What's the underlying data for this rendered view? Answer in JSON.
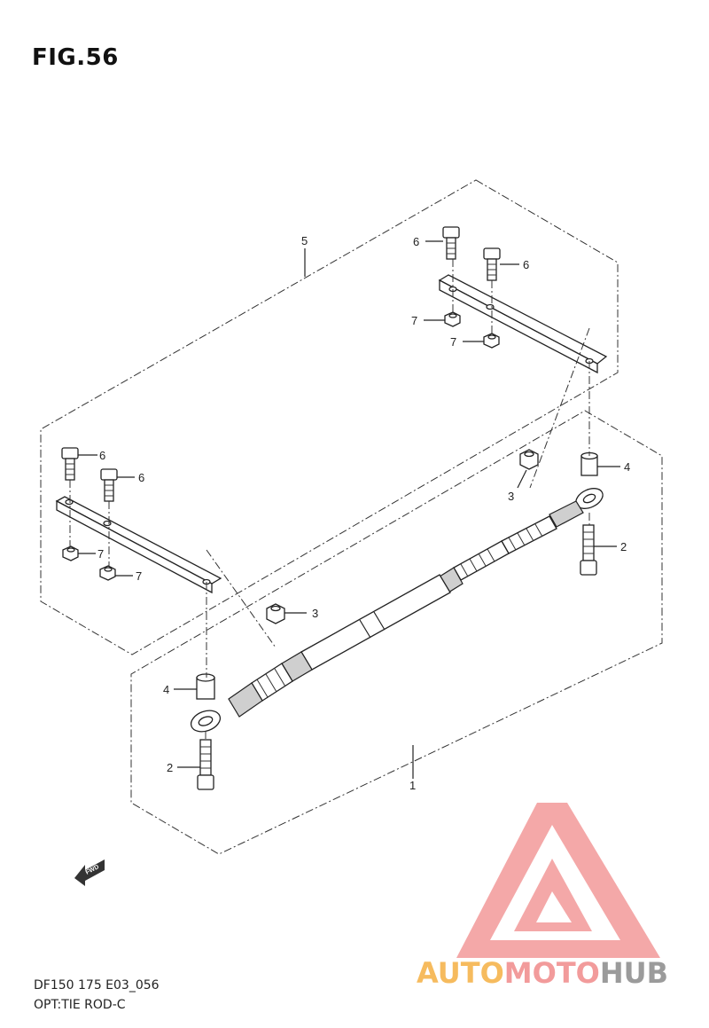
{
  "figure": {
    "title": "FIG.56",
    "footer_code": "DF150 175 E03_056",
    "footer_desc": "OPT:TIE ROD-C"
  },
  "callouts": {
    "c1": "1",
    "c2a": "2",
    "c2b": "2",
    "c3a": "3",
    "c3b": "3",
    "c4a": "4",
    "c4b": "4",
    "c5": "5",
    "c6a": "6",
    "c6b": "6",
    "c6c": "6",
    "c6d": "6",
    "c7a": "7",
    "c7b": "7",
    "c7c": "7",
    "c7d": "7"
  },
  "fwd_arrow": {
    "label": "FWD"
  },
  "watermark": {
    "part1": "AUTO",
    "part2": "MOTO",
    "part3": "HUB",
    "colors": {
      "auto": "#f5b042",
      "moto": "#f08a8a",
      "hub": "#8a8a8a",
      "triangle": "#f08a8a"
    }
  }
}
